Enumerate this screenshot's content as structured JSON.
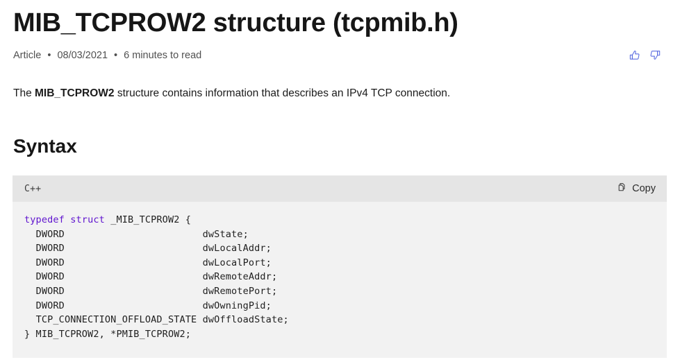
{
  "article": {
    "title": "MIB_TCPROW2 structure (tcpmib.h)",
    "meta": {
      "type": "Article",
      "date": "08/03/2021",
      "read_time": "6 minutes to read",
      "separator": "•"
    },
    "feedback": {
      "thumbs_up_label": "thumbs-up",
      "thumbs_down_label": "thumbs-down",
      "icon_color": "#5b6ce0"
    },
    "intro": {
      "before": "The ",
      "bold": "MIB_TCPROW2",
      "after": " structure contains information that describes an IPv4 TCP connection."
    },
    "sections": [
      {
        "heading": "Syntax",
        "code": {
          "language": "C++",
          "copy_label": "Copy",
          "copy_icon": "copy-icon",
          "keyword_color": "#6015cf",
          "lines": [
            {
              "indent": 0,
              "keywords": [
                "typedef",
                "struct"
              ],
              "text": "_MIB_TCPROW2 {"
            },
            {
              "indent": 2,
              "type": "DWORD",
              "name": "dwState;"
            },
            {
              "indent": 2,
              "type": "DWORD",
              "name": "dwLocalAddr;"
            },
            {
              "indent": 2,
              "type": "DWORD",
              "name": "dwLocalPort;"
            },
            {
              "indent": 2,
              "type": "DWORD",
              "name": "dwRemoteAddr;"
            },
            {
              "indent": 2,
              "type": "DWORD",
              "name": "dwRemotePort;"
            },
            {
              "indent": 2,
              "type": "DWORD",
              "name": "dwOwningPid;"
            },
            {
              "indent": 2,
              "type": "TCP_CONNECTION_OFFLOAD_STATE",
              "name": "dwOffloadState;"
            },
            {
              "indent": 0,
              "text": "} MIB_TCPROW2, *PMIB_TCPROW2;"
            }
          ],
          "plain_text": "typedef struct _MIB_TCPROW2 {\n  DWORD                        dwState;\n  DWORD                        dwLocalAddr;\n  DWORD                        dwLocalPort;\n  DWORD                        dwRemoteAddr;\n  DWORD                        dwRemotePort;\n  DWORD                        dwOwningPid;\n  TCP_CONNECTION_OFFLOAD_STATE dwOffloadState;\n} MIB_TCPROW2, *PMIB_TCPROW2;"
        }
      }
    ]
  }
}
